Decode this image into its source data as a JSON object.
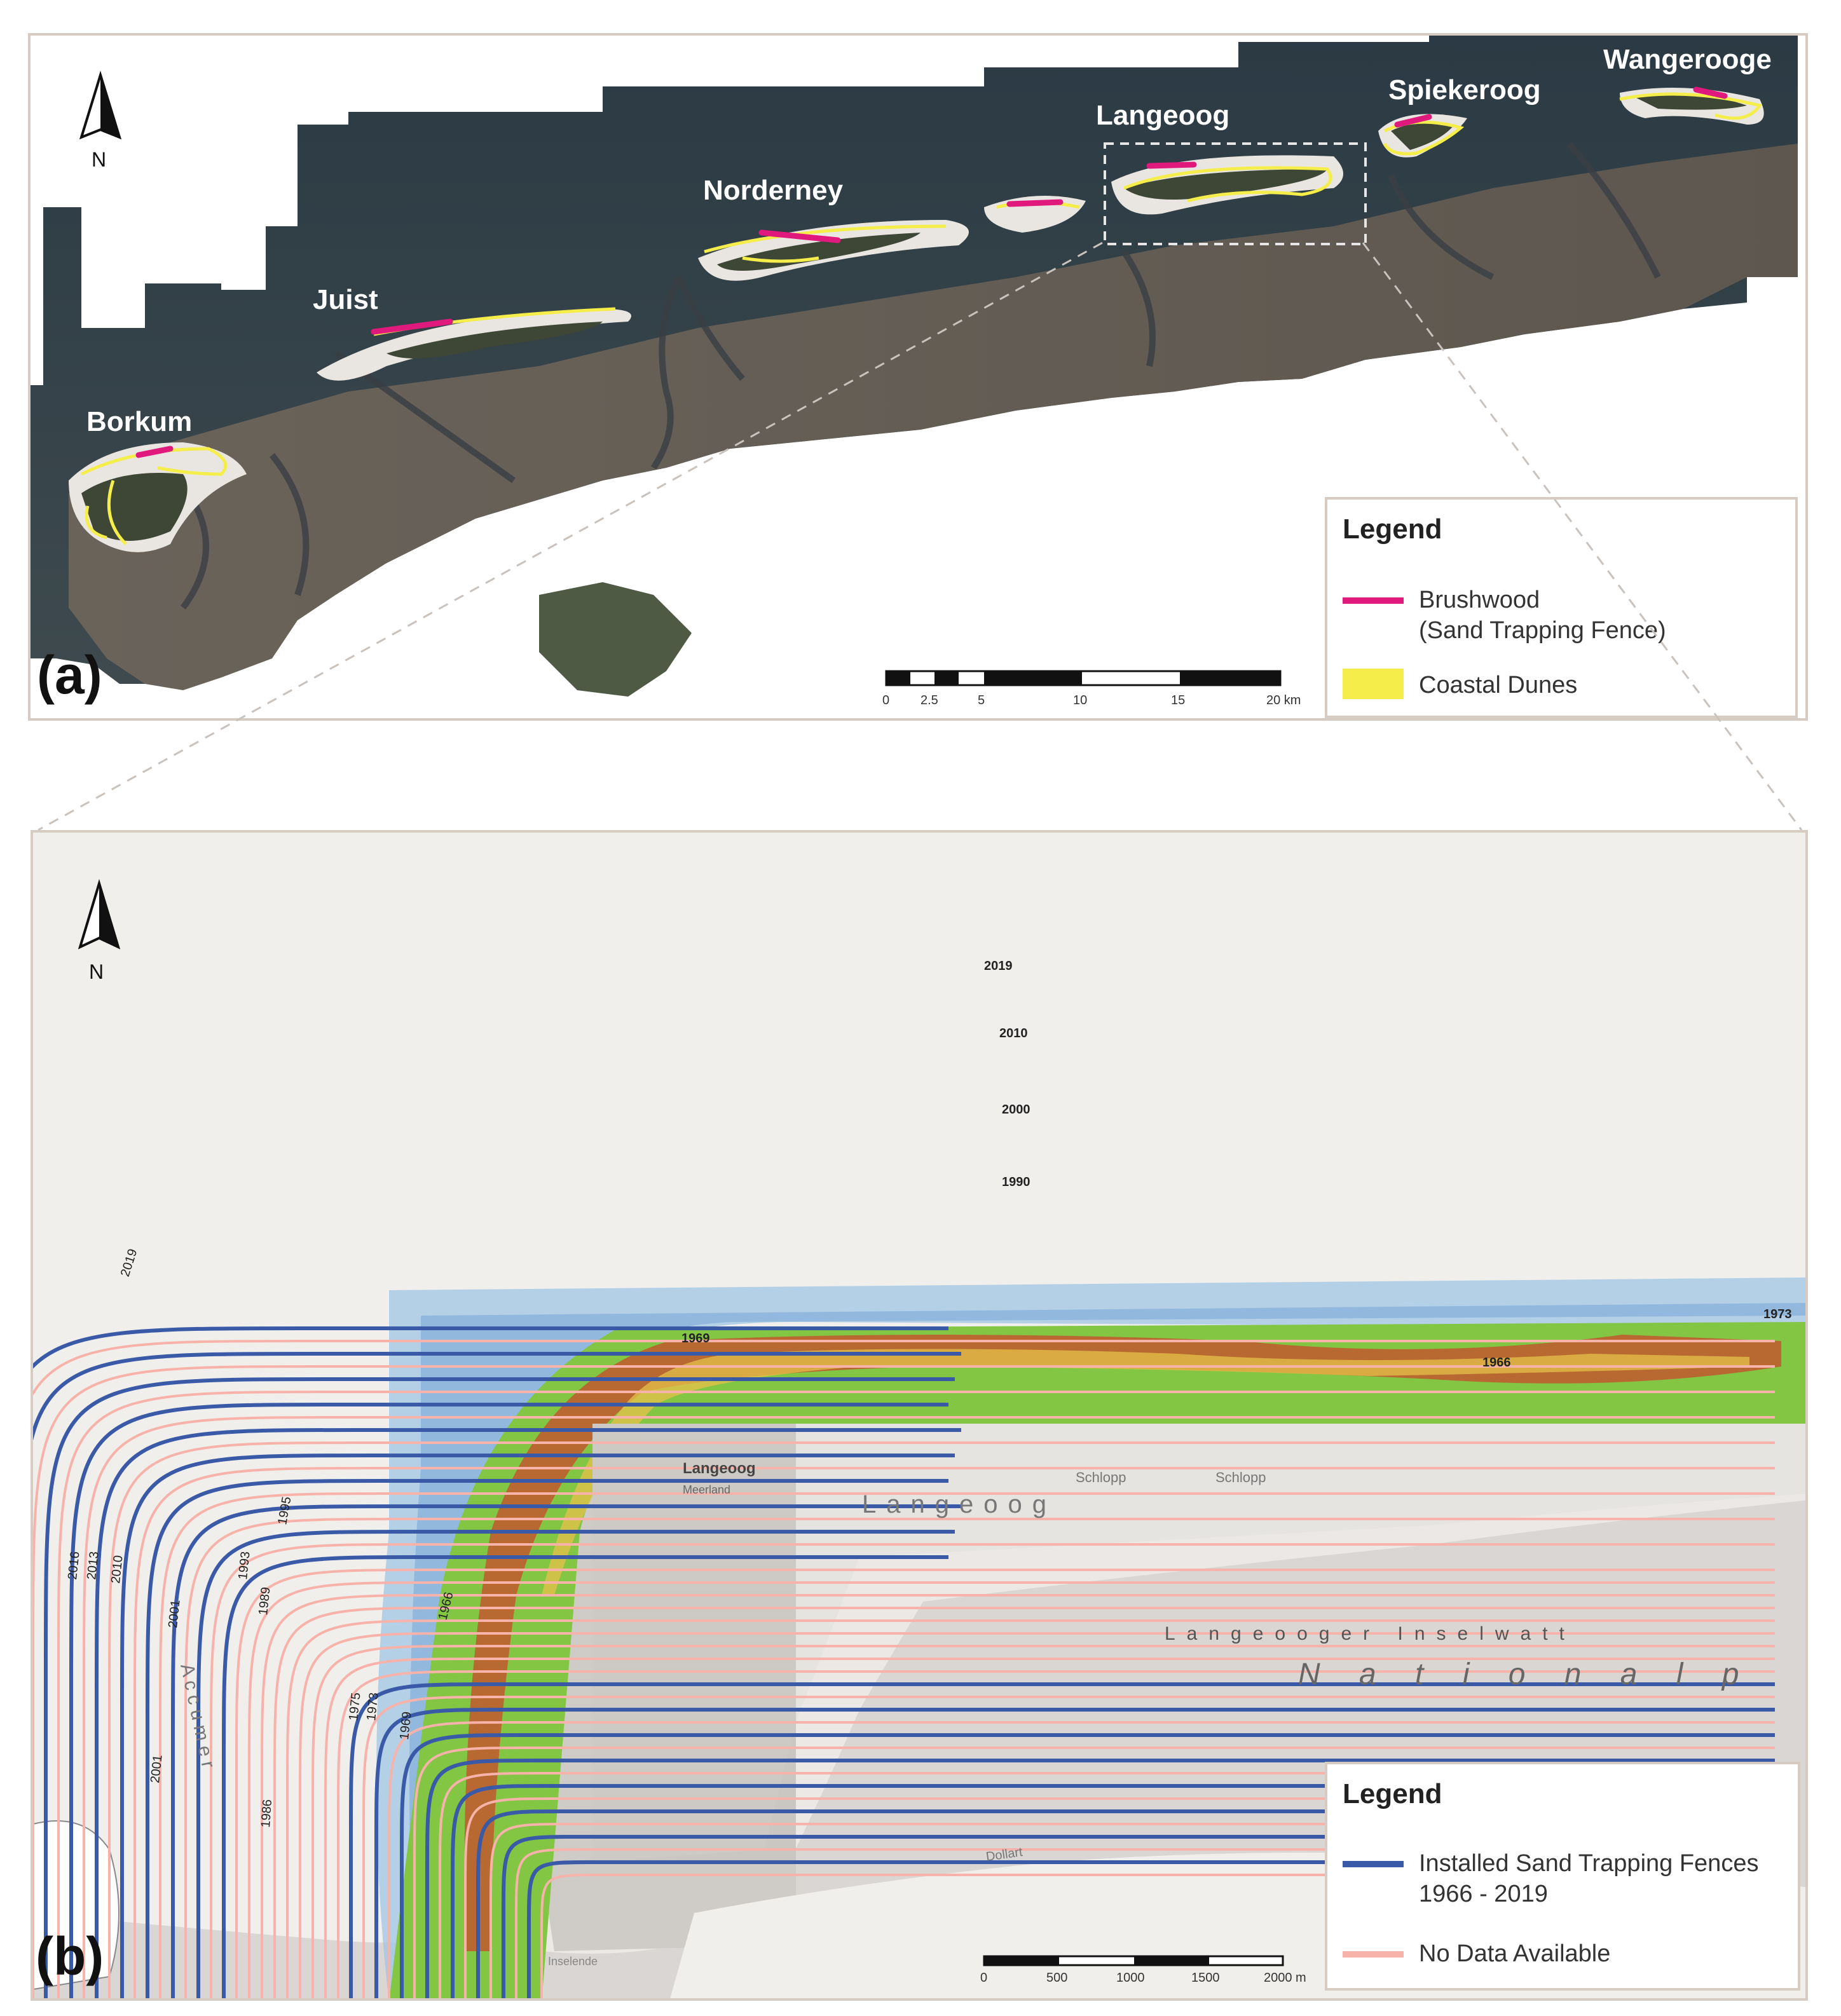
{
  "panel_a": {
    "letter": "(a)",
    "north": "N",
    "islands": [
      "Borkum",
      "Juist",
      "Norderney",
      "Langeoog",
      "Spiekeroog",
      "Wangerooge"
    ],
    "legend": {
      "title": "Legend",
      "items": [
        {
          "label_line1": "Brushwood",
          "label_line2": "(Sand Trapping Fence)",
          "color": "#e0197d"
        },
        {
          "label_line1": "Coastal Dunes",
          "label_line2": "",
          "color": "#f5ee4a"
        }
      ]
    },
    "scale": {
      "ticks": [
        "0",
        "2.5",
        "5",
        "10",
        "15",
        "20 km"
      ]
    }
  },
  "panel_b": {
    "letter": "(b)",
    "north": "N",
    "year_labels_right": [
      "2019",
      "2010",
      "2000",
      "1990",
      "1969",
      "1966",
      "1973"
    ],
    "year_labels_curve": [
      "2019",
      "2016",
      "2013",
      "2010",
      "2001",
      "1993",
      "1995",
      "1989",
      "2001",
      "1986",
      "1975",
      "1973",
      "1969",
      "1966"
    ],
    "map_text": {
      "town": "Langeoog",
      "town_sub": "Meerland",
      "island": "Langeoog",
      "schloss1": "Schlopp",
      "schloss2": "Schlopp",
      "inselwatt": "Langeooger  Inselwatt",
      "nationalpark": "N a t i o n a l p",
      "accumer": "A c c u m e r",
      "dollart": "Dollart",
      "inselende": "Inselende"
    },
    "legend": {
      "title": "Legend",
      "items": [
        {
          "label_line1": "Installed Sand Trapping Fences",
          "label_line2": "1966 - 2019",
          "color": "#3a5aa8"
        },
        {
          "label_line1": "No Data Available",
          "label_line2": "",
          "color": "#f7b2aa"
        }
      ]
    },
    "scale": {
      "ticks": [
        "0",
        "500",
        "1000",
        "1500",
        "2000 m"
      ]
    }
  },
  "colors": {
    "fence_installed": "#3a5aa8",
    "no_data": "#f7b2aa",
    "brushwood": "#e0197d",
    "dunes": "#f5ee4a"
  }
}
